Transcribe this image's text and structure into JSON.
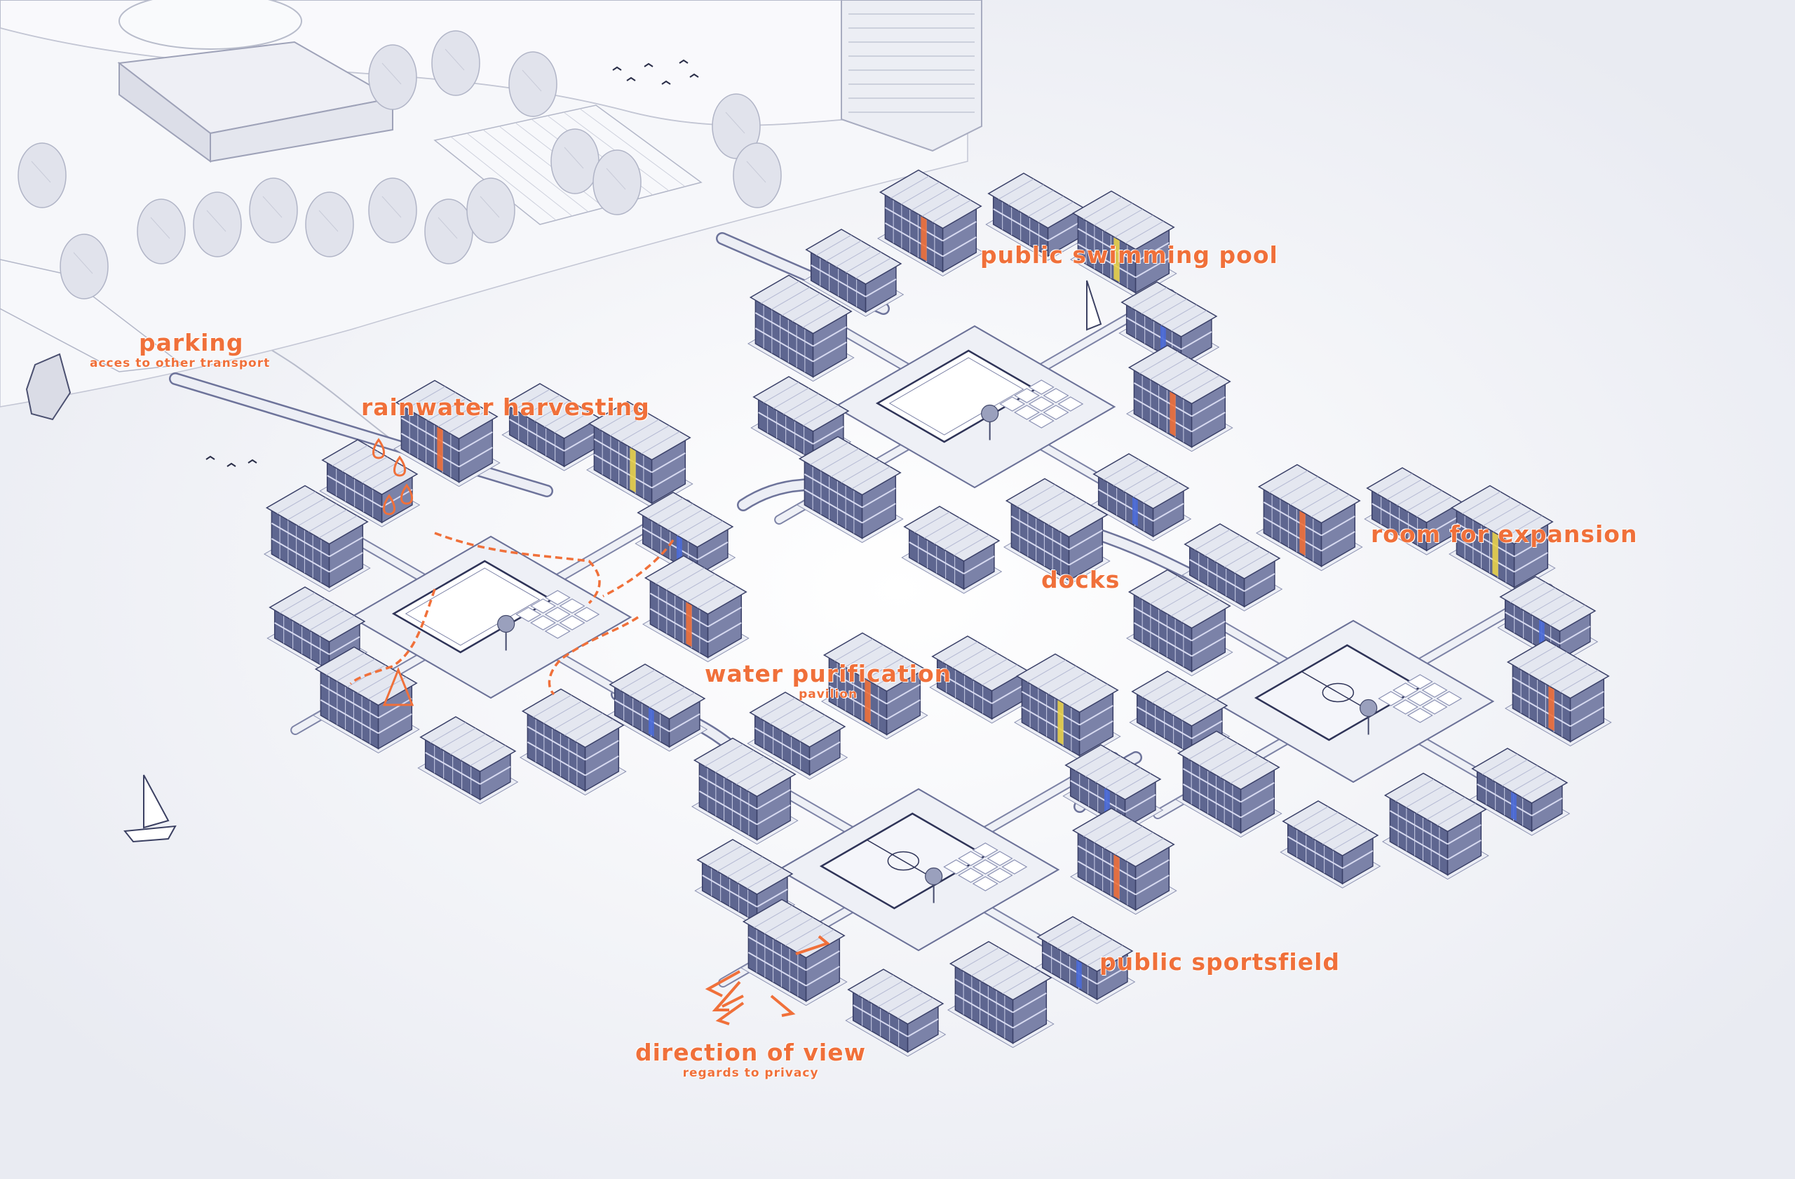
{
  "colors": {
    "accent": "#f0703a",
    "building_roof": "#e4e7f0",
    "building_glass": "#5e6690",
    "building_edge": "#3a4068",
    "deck": "#eceef5",
    "context": "#c9ccd8",
    "water_bg": "#f3f4f8",
    "panel_yellow": "#e8d04a",
    "panel_orange": "#f0703a",
    "panel_blue": "#4a6ad8"
  },
  "labels": {
    "parking": {
      "title": "parking",
      "subtitle": "acces to other transport"
    },
    "rainwater": {
      "title": "rainwater harvesting"
    },
    "pool": {
      "title": "public swimming pool"
    },
    "docks": {
      "title": "docks"
    },
    "expansion": {
      "title": "room for expansion"
    },
    "purification": {
      "title": "water purification",
      "subtitle": "pavilion"
    },
    "sportsfield": {
      "title": "public sportsfield"
    },
    "view": {
      "title": "direction of view",
      "subtitle": "regards to privacy"
    }
  },
  "clusters": [
    {
      "id": "west",
      "plaza": "pool",
      "features": [
        "rainwater harvesting",
        "water purification"
      ]
    },
    {
      "id": "north",
      "plaza": "pool",
      "features": [
        "public swimming pool"
      ]
    },
    {
      "id": "east",
      "plaza": "sportsfield",
      "features": [
        "room for expansion"
      ]
    },
    {
      "id": "south",
      "plaza": "sportsfield",
      "features": [
        "public sportsfield",
        "direction of view"
      ]
    }
  ]
}
